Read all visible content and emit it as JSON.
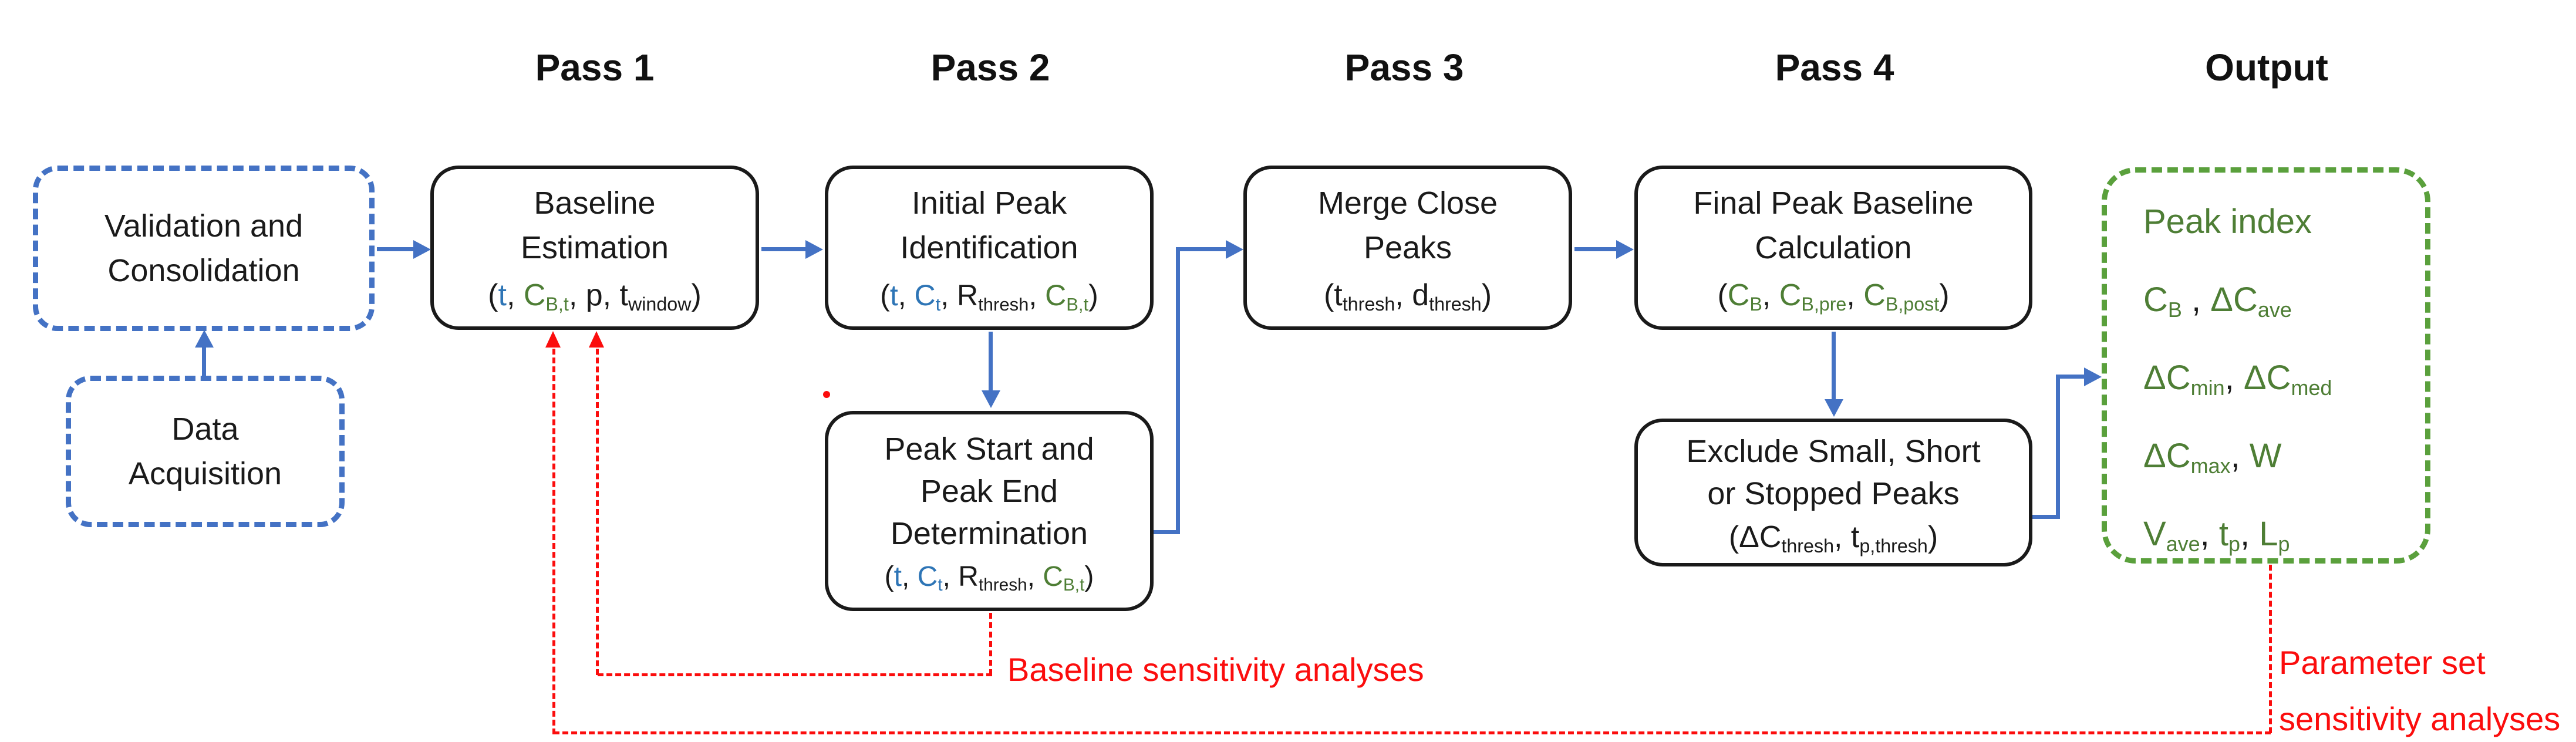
{
  "colors": {
    "accent_blue": "#4472C4",
    "param_blue": "#2E75B6",
    "green_border": "#5AA03C",
    "green_text": "#4E7E35",
    "red": "#FB0D0D",
    "box_border": "#1A1A1A"
  },
  "headers": [
    "Pass 1",
    "Pass 2",
    "Pass 3",
    "Pass 4",
    "Output"
  ],
  "boxes": {
    "validation": {
      "lines": [
        "Validation and",
        "Consolidation"
      ]
    },
    "data_acquisition": {
      "lines": [
        "Data",
        "Acquisition"
      ]
    },
    "baseline_estimation": {
      "title": [
        "Baseline",
        "Estimation"
      ],
      "params": [
        {
          "t": "("
        },
        {
          "t": "t",
          "c": "blue"
        },
        {
          "t": ", "
        },
        {
          "t": "C",
          "c": "green"
        },
        {
          "t": "B,t",
          "c": "green",
          "s": true
        },
        {
          "t": ", p, t"
        },
        {
          "t": "window",
          "s": true
        },
        {
          "t": ")"
        }
      ]
    },
    "initial_peak": {
      "title": [
        "Initial Peak",
        "Identification"
      ],
      "params": [
        {
          "t": "("
        },
        {
          "t": "t",
          "c": "blue"
        },
        {
          "t": ", "
        },
        {
          "t": "C",
          "c": "blue"
        },
        {
          "t": "t",
          "c": "blue",
          "s": true
        },
        {
          "t": ", R"
        },
        {
          "t": "thresh",
          "s": true
        },
        {
          "t": ", "
        },
        {
          "t": "C",
          "c": "green"
        },
        {
          "t": "B,t",
          "c": "green",
          "s": true
        },
        {
          "t": ")"
        }
      ]
    },
    "peak_start_end": {
      "title": [
        "Peak Start and",
        "Peak End",
        "Determination"
      ],
      "params": [
        {
          "t": "("
        },
        {
          "t": "t",
          "c": "blue"
        },
        {
          "t": ", "
        },
        {
          "t": "C",
          "c": "blue"
        },
        {
          "t": "t",
          "c": "blue",
          "s": true
        },
        {
          "t": ", R"
        },
        {
          "t": "thresh",
          "s": true
        },
        {
          "t": ", "
        },
        {
          "t": "C",
          "c": "green"
        },
        {
          "t": "B,t",
          "c": "green",
          "s": true
        },
        {
          "t": ")"
        }
      ]
    },
    "merge_close": {
      "title": [
        "Merge Close",
        "Peaks"
      ],
      "params": [
        {
          "t": "(t"
        },
        {
          "t": "thresh",
          "s": true
        },
        {
          "t": ", d"
        },
        {
          "t": "thresh",
          "s": true
        },
        {
          "t": ")"
        }
      ]
    },
    "final_baseline": {
      "title": [
        "Final Peak Baseline",
        "Calculation"
      ],
      "params": [
        {
          "t": "("
        },
        {
          "t": "C",
          "c": "green"
        },
        {
          "t": "B",
          "c": "green",
          "s": true
        },
        {
          "t": ", "
        },
        {
          "t": "C",
          "c": "green"
        },
        {
          "t": "B,pre",
          "c": "green",
          "s": true
        },
        {
          "t": ", "
        },
        {
          "t": "C",
          "c": "green"
        },
        {
          "t": "B,post",
          "c": "green",
          "s": true
        },
        {
          "t": ")"
        }
      ]
    },
    "exclude_peaks": {
      "title": [
        "Exclude Small, Short",
        "or Stopped Peaks"
      ],
      "params": [
        {
          "t": "(ΔC"
        },
        {
          "t": "thresh",
          "s": true
        },
        {
          "t": ", t"
        },
        {
          "t": "p,thresh",
          "s": true
        },
        {
          "t": ")"
        }
      ]
    },
    "output": {
      "lines": [
        [
          {
            "t": "Peak index",
            "c": "green"
          }
        ],
        [
          {
            "t": "C",
            "c": "green"
          },
          {
            "t": "B",
            "c": "green",
            "s": true
          },
          {
            "t": " ,  "
          },
          {
            "t": "ΔC",
            "c": "green"
          },
          {
            "t": "ave",
            "c": "green",
            "s": true
          }
        ],
        [
          {
            "t": "ΔC",
            "c": "green"
          },
          {
            "t": "min",
            "c": "green",
            "s": true
          },
          {
            "t": ",  "
          },
          {
            "t": "ΔC",
            "c": "green"
          },
          {
            "t": "med",
            "c": "green",
            "s": true
          }
        ],
        [
          {
            "t": "ΔC",
            "c": "green"
          },
          {
            "t": "max",
            "c": "green",
            "s": true
          },
          {
            "t": ",  "
          },
          {
            "t": "W",
            "c": "green"
          }
        ],
        [
          {
            "t": "V",
            "c": "green"
          },
          {
            "t": "ave",
            "c": "green",
            "s": true
          },
          {
            "t": ",  "
          },
          {
            "t": "t",
            "c": "green"
          },
          {
            "t": "p",
            "c": "green",
            "s": true
          },
          {
            "t": ",  "
          },
          {
            "t": "L",
            "c": "green"
          },
          {
            "t": "p",
            "c": "green",
            "s": true
          }
        ]
      ]
    }
  },
  "annotations": {
    "baseline_sensitivity": "Baseline sensitivity analyses",
    "parameter_set": [
      "Parameter set",
      "sensitivity analyses"
    ]
  }
}
